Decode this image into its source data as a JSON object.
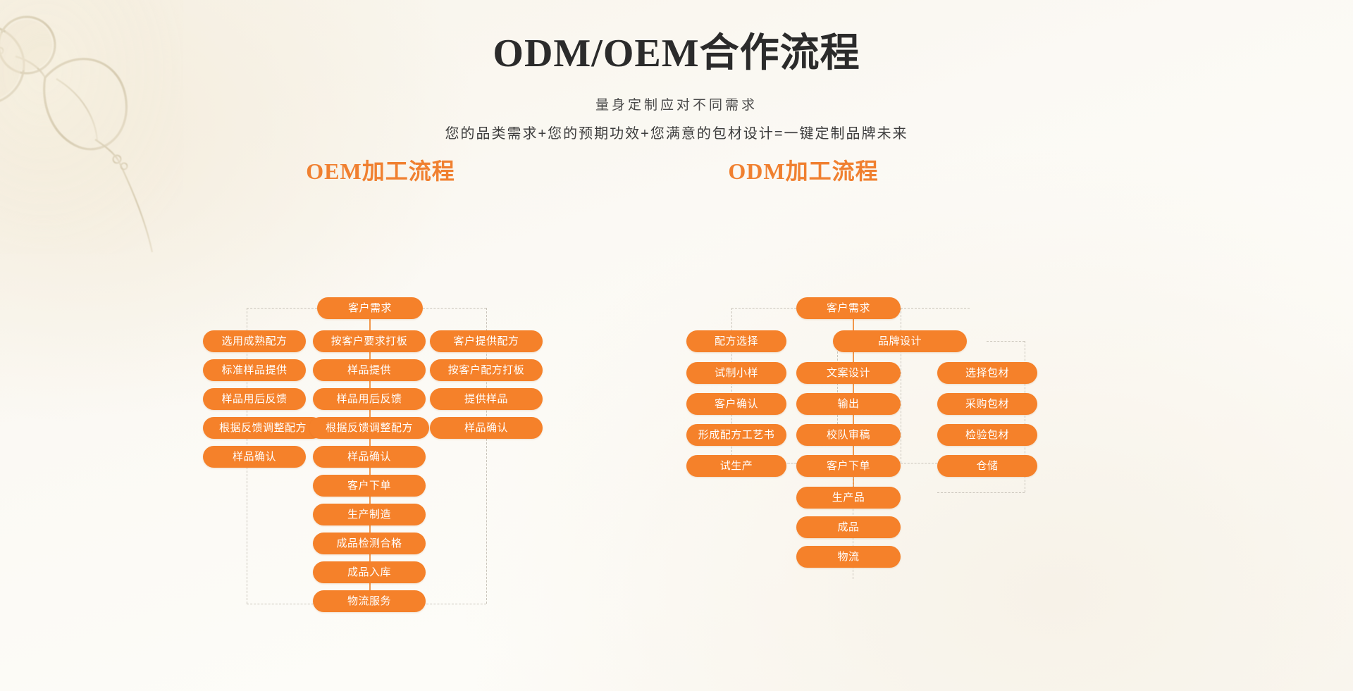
{
  "header": {
    "title": "ODM/OEM合作流程",
    "subtitle_1": "量身定制应对不同需求",
    "subtitle_2": "您的品类需求+您的预期功效+您满意的包材设计=一键定制品牌未来"
  },
  "theme": {
    "accent": "#f5812a",
    "title_color": "#2b2b2b",
    "section_title_color": "#f08030",
    "background": "#fbf8f2",
    "connector_dashed": "#c9c4ba",
    "connector_solid": "#f2974a"
  },
  "oem": {
    "title": "OEM加工流程",
    "root": "客户需求",
    "left_column": [
      "选用成熟配方",
      "标准样品提供",
      "样品用后反馈",
      "根据反馈调整配方",
      "样品确认"
    ],
    "middle_column": [
      "按客户要求打板",
      "样品提供",
      "样品用后反馈",
      "根据反馈调整配方",
      "样品确认",
      "客户下单",
      "生产制造",
      "成品检测合格",
      "成品入库",
      "物流服务"
    ],
    "right_column": [
      "客户提供配方",
      "按客户配方打板",
      "提供样品",
      "样品确认"
    ]
  },
  "odm": {
    "title": "ODM加工流程",
    "root": "客户需求",
    "left_column": [
      "配方选择",
      "试制小样",
      "客户确认",
      "形成配方工艺书",
      "试生产"
    ],
    "middle_column": [
      "品牌设计",
      "文案设计",
      "输出",
      "校队审稿",
      "客户下单",
      "生产品",
      "成品",
      "物流"
    ],
    "right_column": [
      "选择包材",
      "采购包材",
      "检验包材",
      "仓储"
    ]
  }
}
